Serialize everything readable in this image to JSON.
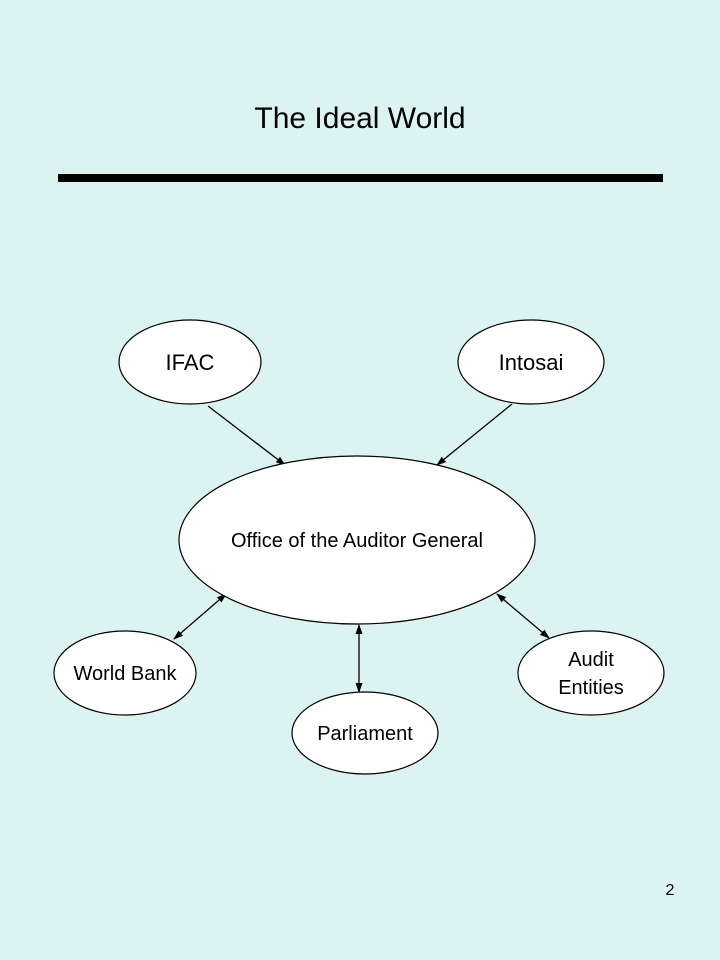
{
  "slide": {
    "title": "The Ideal World",
    "page_number": "2"
  },
  "diagram": {
    "nodes": {
      "ifac": "IFAC",
      "intosai": "Intosai",
      "oag": "Office of the Auditor General",
      "world_bank": "World Bank",
      "parliament": "Parliament",
      "audit_entities_line1": "Audit",
      "audit_entities_line2": "Entities"
    },
    "colors": {
      "background": "#dcf4f1",
      "node_fill": "#ffffff",
      "stroke": "#000000"
    }
  }
}
